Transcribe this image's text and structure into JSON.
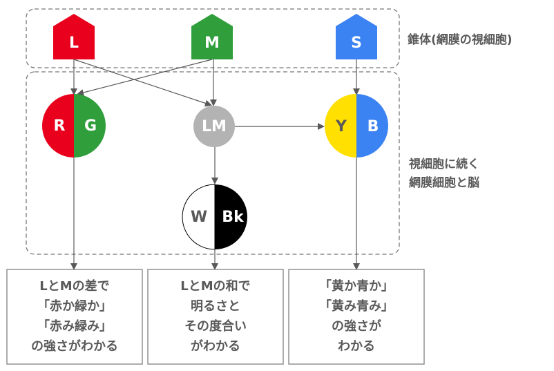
{
  "colors": {
    "red": "#e8001c",
    "green": "#2f9e3b",
    "blue": "#3b82f2",
    "yellow": "#ffe000",
    "gray": "#b3b3b3",
    "black": "#000000",
    "white": "#ffffff",
    "text": "#595959",
    "arrow": "#595959"
  },
  "groups": {
    "cones_label": "錐体(網膜の視細胞)",
    "post_label_line1": "視細胞に続く",
    "post_label_line2": "網膜細胞と脳"
  },
  "cones": {
    "l": "L",
    "m": "M",
    "s": "S"
  },
  "channels": {
    "rg_left": "R",
    "rg_right": "G",
    "lm": "LM",
    "yb_left": "Y",
    "yb_right": "B",
    "wbk_left": "W",
    "wbk_right": "Bk"
  },
  "outputs": [
    {
      "lines": [
        "LとMの差で",
        "「赤か緑か」",
        "「赤み緑み」",
        "の強さがわかる"
      ]
    },
    {
      "lines": [
        "LとMの和で",
        "明るさと",
        "その度合い",
        "がわかる"
      ]
    },
    {
      "lines": [
        "「黄か青か」",
        "「黄み青み」",
        "の強さが",
        "わかる"
      ]
    }
  ]
}
